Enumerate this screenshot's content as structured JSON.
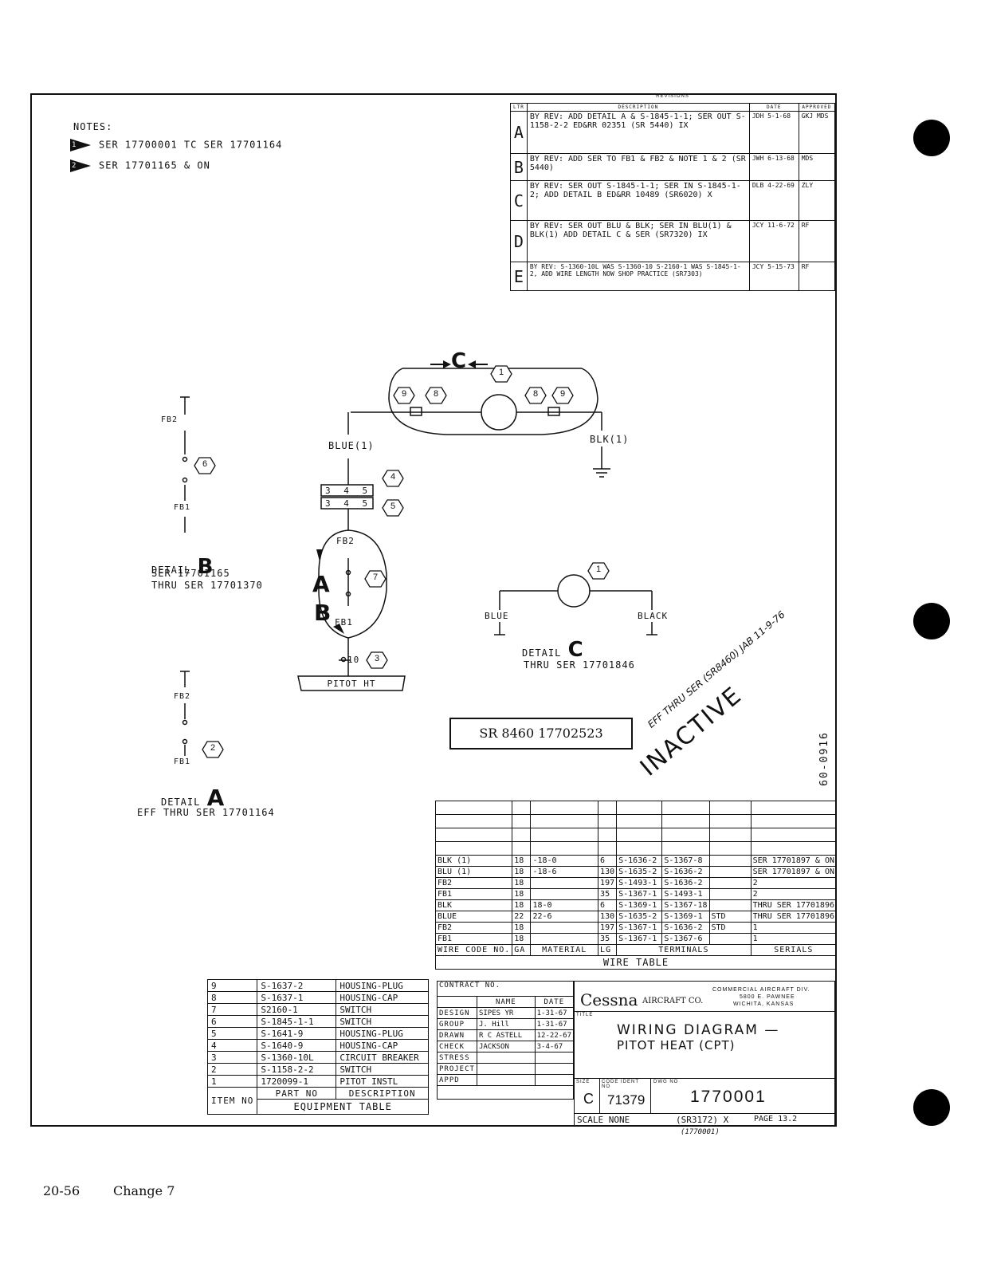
{
  "notes": {
    "heading": "NOTES:",
    "items": [
      {
        "tag": "1",
        "text": "SER 17700001 TC SER 17701164"
      },
      {
        "tag": "2",
        "text": "SER 17701165 & ON"
      }
    ]
  },
  "revisions": {
    "title": "REVISIONS",
    "headers": [
      "LTR",
      "DESCRIPTION",
      "DATE",
      "APPROVED"
    ],
    "rows": [
      {
        "ltr": "A",
        "desc": "BY REV: ADD DETAIL A & S-1845-1-1; SER OUT S-1158-2-2 ED&RR 02351 (SR 5440) IX",
        "date": "JDH 5-1-68",
        "appr": "GKJ MDS"
      },
      {
        "ltr": "B",
        "desc": "BY REV: ADD SER TO FB1 & FB2 & NOTE 1 & 2 (SR 5440)",
        "date": "JWH 6-13-68",
        "appr": "MDS"
      },
      {
        "ltr": "C",
        "desc": "BY REV: SER OUT S-1845-1-1; SER IN S-1845-1-2; ADD DETAIL B ED&RR 10489 (SR6020) X",
        "date": "DLB 4-22-69",
        "appr": "ZLY"
      },
      {
        "ltr": "D",
        "desc": "BY REV: SER OUT BLU & BLK; SER IN BLU(1) & BLK(1) ADD DETAIL C & SER (SR7320) IX",
        "date": "JCY 11-6-72",
        "appr": "RF"
      },
      {
        "ltr": "E",
        "desc": "BY REV: S-1360-10L WAS S-1360-10 S-2160-1 WAS S-1845-1-2, ADD WIRE LENGTH NOW SHOP PRACTICE (SR7303)",
        "date": "JCY 5-15-73",
        "appr": "RF"
      }
    ]
  },
  "diagram": {
    "c_label": "C",
    "blue1": "BLUE(1)",
    "blk1": "BLK(1)",
    "fb2": "FB2",
    "fb1": "FB1",
    "terminals": "3 4 5",
    "pitot": "PITOT HT",
    "detail_b": {
      "word": "DETAIL",
      "letter": "B",
      "l1": "SER 17701165",
      "l2": "THRU SER 17701370"
    },
    "detail_c": {
      "word": "DETAIL",
      "letter": "C",
      "l1": "THRU SER 17701846",
      "blue": "BLUE",
      "black": "BLACK"
    },
    "detail_a": {
      "word": "DETAIL",
      "letter": "A",
      "l1": "EFF THRU SER 17701164"
    },
    "sr_box": "SR 8460 17702523",
    "inactive": "INACTIVE",
    "inactive_note": "EFF THRU SER (SR8460) JAB 11-9-76",
    "side_code": "60-0916",
    "hex": [
      "1",
      "9",
      "8",
      "8",
      "9",
      "6",
      "4",
      "5",
      "7",
      "3",
      "2",
      "1"
    ],
    "arrow_a": "A",
    "arrow_b": "B",
    "ten": "10"
  },
  "wire_table": {
    "title": "WIRE TABLE",
    "headers": [
      "WIRE CODE NO.",
      "GA",
      "MATERIAL",
      "LG",
      "TERMINALS",
      "",
      "",
      "SERIALS"
    ],
    "rows": [
      [
        "BLK (1)",
        "18",
        "-18-0",
        "6",
        "S-1636-2",
        "S-1367-8",
        "",
        "SER 17701897 & ON"
      ],
      [
        "BLU (1)",
        "18",
        "-18-6",
        "130",
        "S-1635-2",
        "S-1636-2",
        "",
        "SER 17701897 & ON"
      ],
      [
        "FB2",
        "18",
        "",
        "197",
        "S-1493-1",
        "S-1636-2",
        "",
        "2"
      ],
      [
        "FB1",
        "18",
        "",
        "35",
        "S-1367-1",
        "S-1493-1",
        "",
        "2"
      ],
      [
        "BLK",
        "18",
        "18-0",
        "6",
        "S-1369-1",
        "S-1367-18",
        "",
        "THRU SER 17701896"
      ],
      [
        "BLUE",
        "22",
        "22-6",
        "130",
        "S-1635-2",
        "S-1369-1",
        "STD",
        "THRU SER 17701896"
      ],
      [
        "FB2",
        "18",
        "",
        "197",
        "S-1367-1",
        "S-1636-2",
        "STD",
        "1"
      ],
      [
        "FB1",
        "18",
        "",
        "35",
        "S-1367-1",
        "S-1367-6",
        "",
        "1"
      ]
    ]
  },
  "equipment_table": {
    "title": "EQUIPMENT TABLE",
    "headers": [
      "ITEM NO",
      "PART NO",
      "DESCRIPTION"
    ],
    "rows": [
      [
        "9",
        "S-1637-2",
        "HOUSING-PLUG"
      ],
      [
        "8",
        "S-1637-1",
        "HOUSING-CAP"
      ],
      [
        "7",
        "S2160-1",
        "SWITCH"
      ],
      [
        "6",
        "S-1845-1-1",
        "SWITCH"
      ],
      [
        "5",
        "S-1641-9",
        "HOUSING-PLUG"
      ],
      [
        "4",
        "S-1640-9",
        "HOUSING-CAP"
      ],
      [
        "3",
        "S-1360-10L",
        "CIRCUIT BREAKER"
      ],
      [
        "2",
        "S-1158-2-2",
        "SWITCH"
      ],
      [
        "1",
        "1720099-1",
        "PITOT INSTL"
      ]
    ]
  },
  "title_block": {
    "contract": "CONTRACT NO.",
    "company": "Cessna",
    "company2": "AIRCRAFT CO.",
    "division": "COMMERCIAL AIRCRAFT DIV.",
    "address1": "5800 E. PAWNEE",
    "address2": "WICHITA, KANSAS",
    "col_name": "NAME",
    "col_date": "DATE",
    "rows": [
      {
        "role": "DESIGN",
        "name": "SIPES YR",
        "date": "1-31-67"
      },
      {
        "role": "GROUP",
        "name": "J. Hill",
        "date": "1-31-67"
      },
      {
        "role": "DRAWN",
        "name": "R C ASTELL",
        "date": "12-22-67"
      },
      {
        "role": "CHECK",
        "name": "JACKSON",
        "date": "3-4-67"
      },
      {
        "role": "STRESS",
        "name": "",
        "date": ""
      },
      {
        "role": "PROJECT",
        "name": "",
        "date": ""
      },
      {
        "role": "APPD",
        "name": "",
        "date": ""
      }
    ],
    "title_lbl": "TITLE",
    "title1": "WIRING DIAGRAM —",
    "title2": "PITOT HEAT (CPT)",
    "size_lbl": "SIZE",
    "size": "C",
    "code_lbl": "CODE IDENT NO",
    "code": "71379",
    "dwg_lbl": "DWG NO",
    "dwg": "1770001",
    "scale": "SCALE NONE",
    "sr": "(SR3172) X",
    "page": "PAGE 13.2",
    "sub": "(1770001)"
  },
  "footer": {
    "page": "20-56",
    "change": "Change 7"
  }
}
